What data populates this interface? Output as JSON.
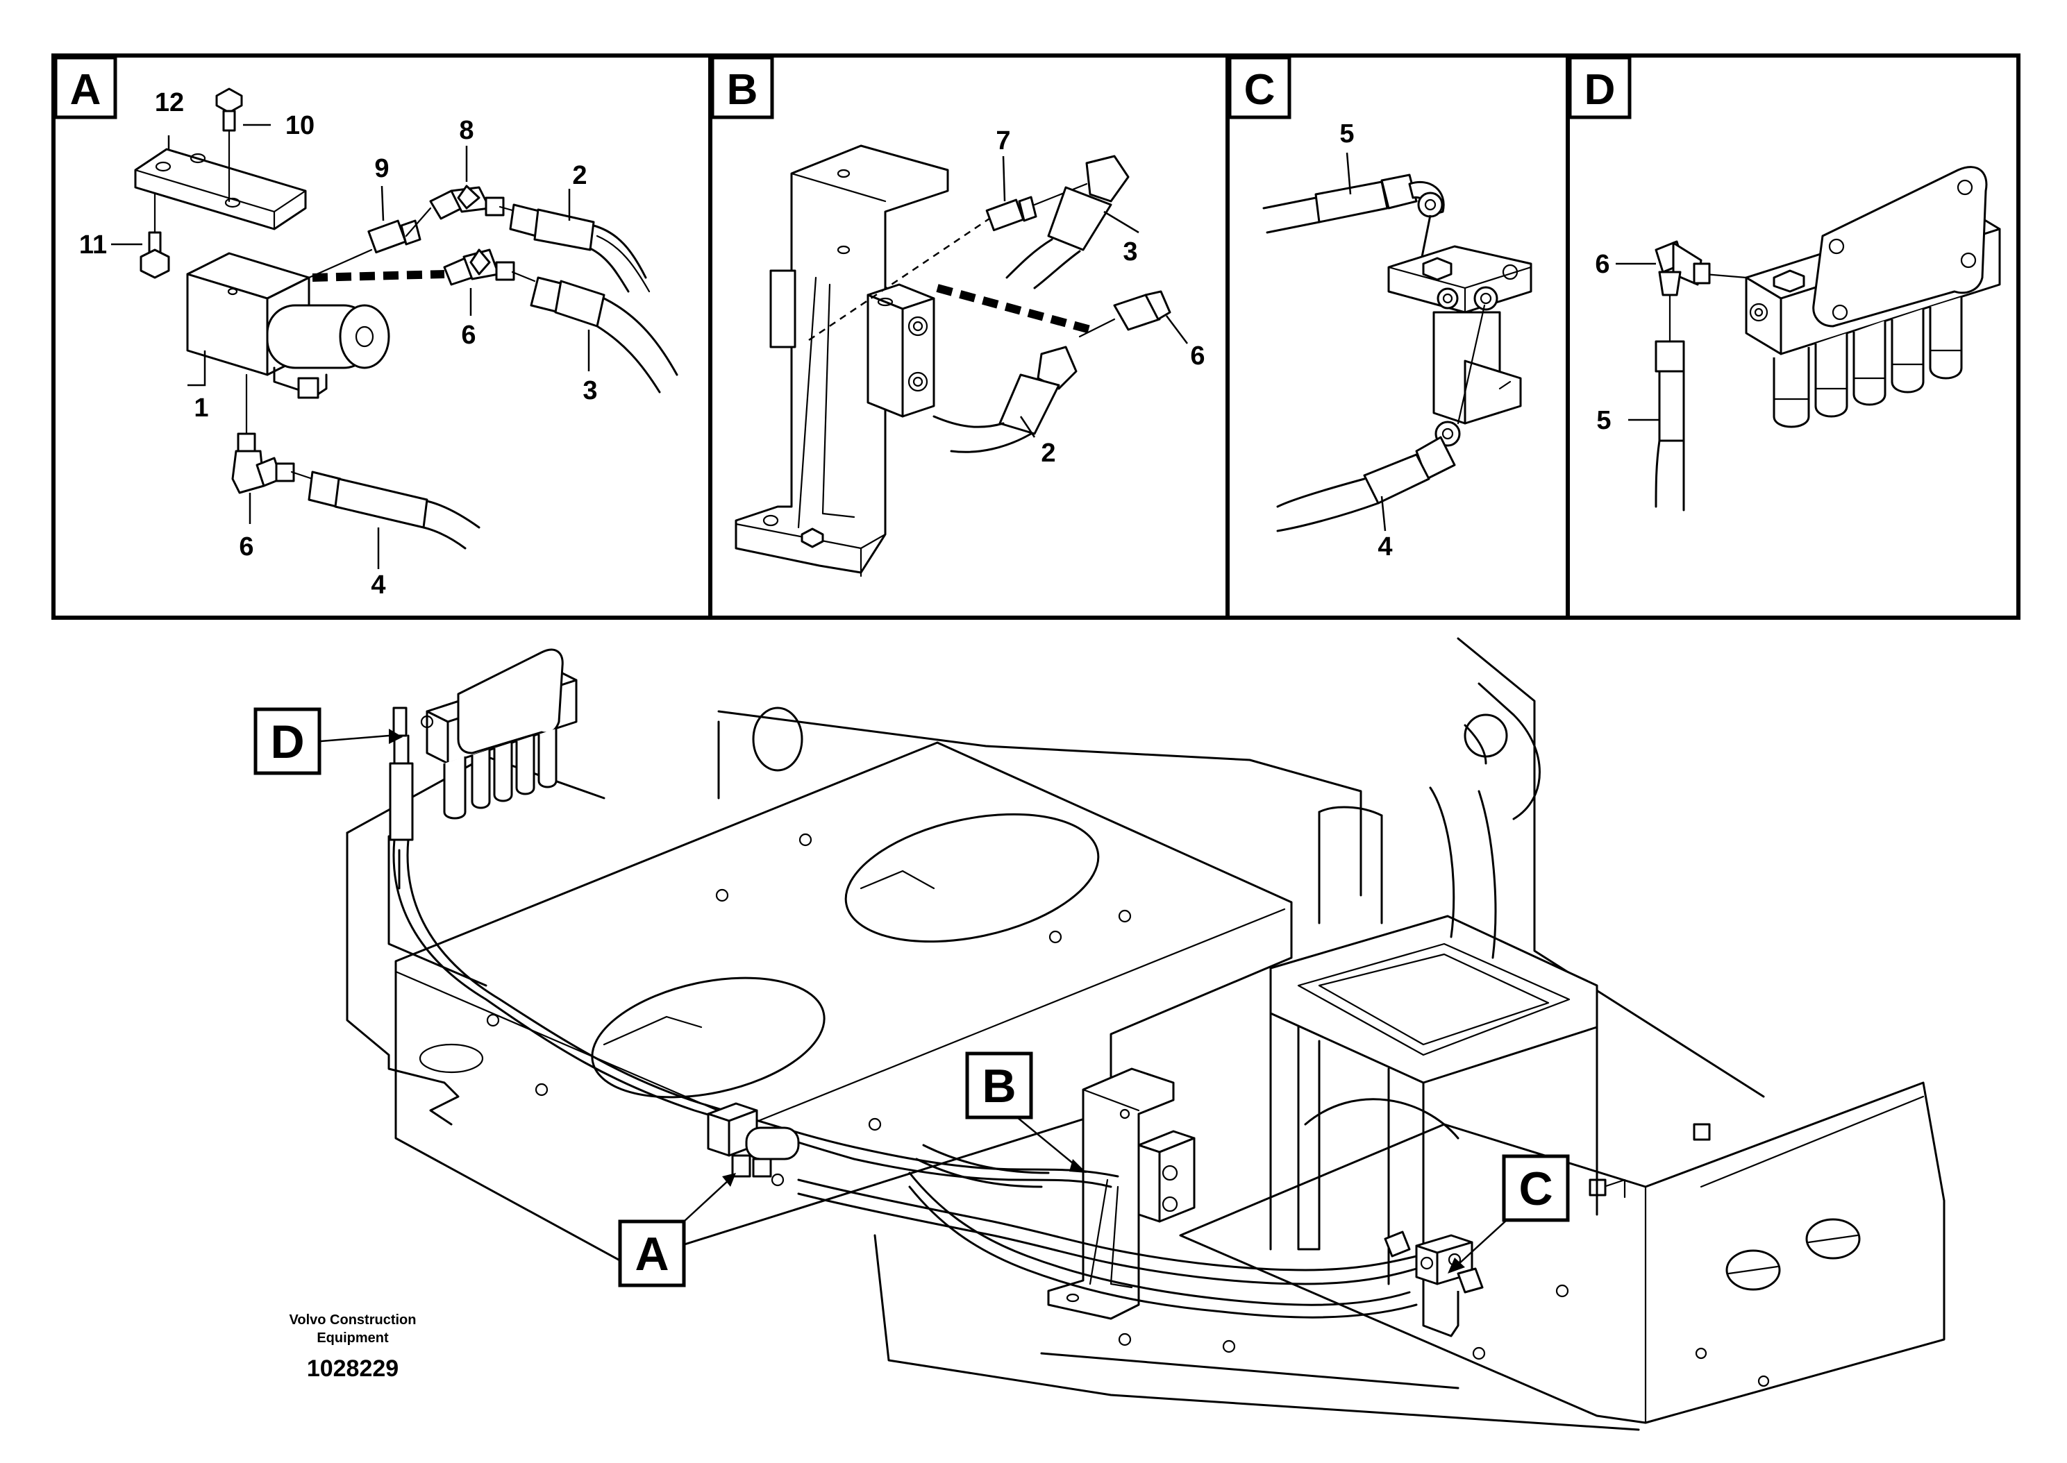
{
  "panels": [
    {
      "id": "A",
      "letter": "A",
      "callouts": {
        "c12": "12",
        "c10": "10",
        "c11": "11",
        "c1": "1",
        "c9": "9",
        "c8": "8",
        "c2": "2",
        "c6a": "6",
        "c3": "3",
        "c6b": "6",
        "c4": "4"
      }
    },
    {
      "id": "B",
      "letter": "B",
      "callouts": {
        "c7": "7",
        "c3": "3",
        "c6": "6",
        "c2": "2"
      }
    },
    {
      "id": "C",
      "letter": "C",
      "callouts": {
        "c5": "5",
        "c4": "4"
      }
    },
    {
      "id": "D",
      "letter": "D",
      "callouts": {
        "c6": "6",
        "c5": "5"
      }
    }
  ],
  "overview_labels": {
    "D": "D",
    "B": "B",
    "C": "C",
    "A": "A"
  },
  "footer": {
    "brand_line1": "Volvo Construction",
    "brand_line2": "Equipment",
    "image_number": "1028229"
  },
  "colors": {
    "ink": "#000000",
    "paper": "#ffffff"
  }
}
